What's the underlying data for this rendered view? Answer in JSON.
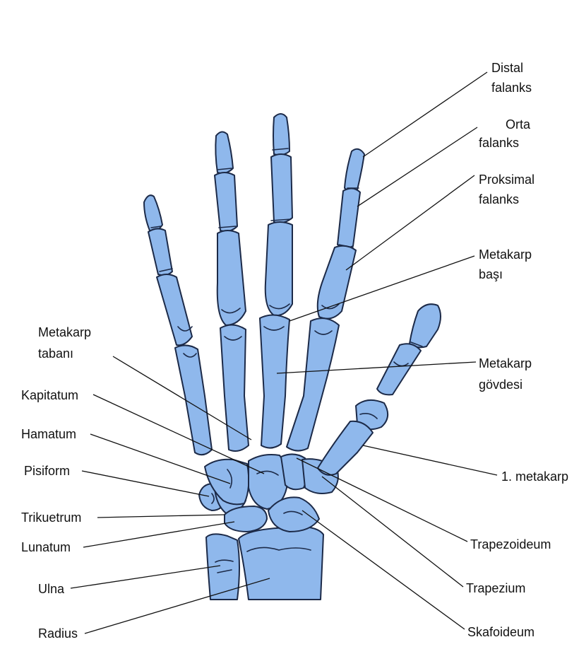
{
  "colors": {
    "bone_fill": "#8fb8ec",
    "bone_outline": "#1c2a48",
    "leader": "#111111",
    "background": "#ffffff"
  },
  "labels": {
    "distal_falanks": [
      "Distal",
      "falanks"
    ],
    "orta_falanks": [
      "Orta",
      "falanks"
    ],
    "proksimal_falanks": [
      "Proksimal",
      "falanks"
    ],
    "metakarp_basi": [
      "Metakarp",
      "başı"
    ],
    "metakarp_govdesi": [
      "Metakarp",
      "gövdesi"
    ],
    "birinci_metakarp": "1. metakarp",
    "trapezoideum": "Trapezoideum",
    "trapezium": "Trapezium",
    "skafoideum": "Skafoideum",
    "metakarp_tabani": [
      "Metakarp",
      "tabanı"
    ],
    "kapitatum": "Kapitatum",
    "hamatum": "Hamatum",
    "pisiform": "Pisiform",
    "trikuetrum": "Trikuetrum",
    "lunatum": "Lunatum",
    "ulna": "Ulna",
    "radius": "Radius"
  }
}
